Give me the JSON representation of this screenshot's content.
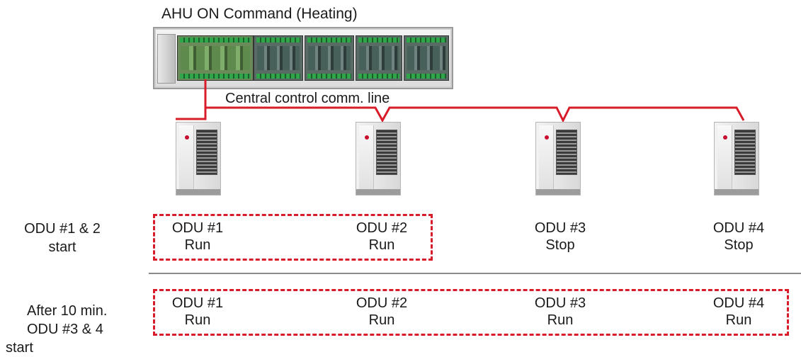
{
  "diagram": {
    "title": "AHU ON Command (Heating)",
    "comm_line_label": "Central control comm. line",
    "line_color": "#d91c2a",
    "stage1": {
      "label_line1": "ODU #1 & 2",
      "label_line2": "start",
      "units": [
        {
          "name": "ODU #1",
          "state": "Run"
        },
        {
          "name": "ODU #2",
          "state": "Run"
        },
        {
          "name": "ODU #3",
          "state": "Stop"
        },
        {
          "name": "ODU #4",
          "state": "Stop"
        }
      ]
    },
    "stage2": {
      "label_line1": "After 10 min.",
      "label_line2": "ODU #3 & 4",
      "label_line3": "start",
      "units": [
        {
          "name": "ODU #1",
          "state": "Run"
        },
        {
          "name": "ODU #2",
          "state": "Run"
        },
        {
          "name": "ODU #3",
          "state": "Run"
        },
        {
          "name": "ODU #4",
          "state": "Run"
        }
      ]
    }
  }
}
